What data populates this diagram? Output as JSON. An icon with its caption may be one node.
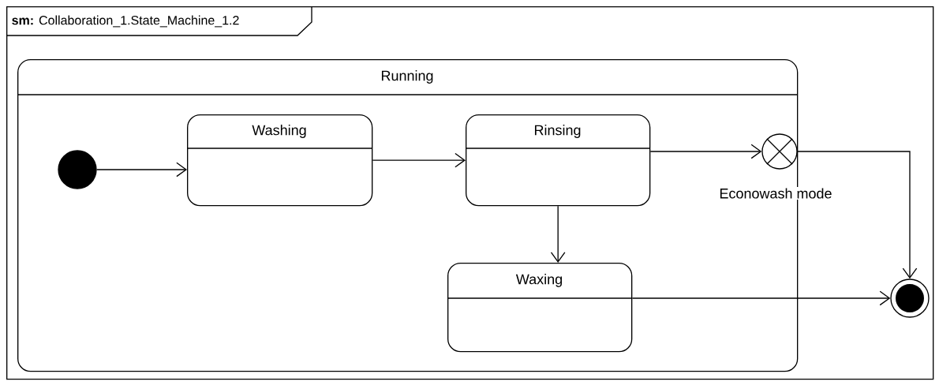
{
  "diagram": {
    "nodes": [
      {
        "text": [
          "**sm:** Collaboration_1.State_Machine_1.2"
        ]
      },
      {
        "text": [
          "Running"
        ],
        "in": 0
      },
      {
        "text": [],
        "shape": "circle",
        "in": 1
      },
      {
        "text": [
          "Washing"
        ],
        "in": 1
      },
      {
        "text": [
          "Rinsing"
        ],
        "in": 1
      },
      {
        "text": [
          "Waxing"
        ],
        "in": 1
      },
      {
        "text": [],
        "shape": "circle",
        "beside": [
          "Econowash mode"
        ],
        "in": 1
      },
      {
        "text": [],
        "shape": "circle",
        "in": 0
      }
    ],
    "edges": [
      {
        "from": 2,
        "to": 3,
        "arrow": "to"
      },
      {
        "from": 3,
        "to": 4,
        "arrow": "to"
      },
      {
        "from": 4,
        "to": 6,
        "arrow": "to"
      },
      {
        "from": 4,
        "to": 5,
        "arrow": "to"
      },
      {
        "from": 6,
        "to": 7,
        "arrow": "to"
      },
      {
        "from": 5,
        "to": 7,
        "arrow": "to"
      }
    ]
  }
}
